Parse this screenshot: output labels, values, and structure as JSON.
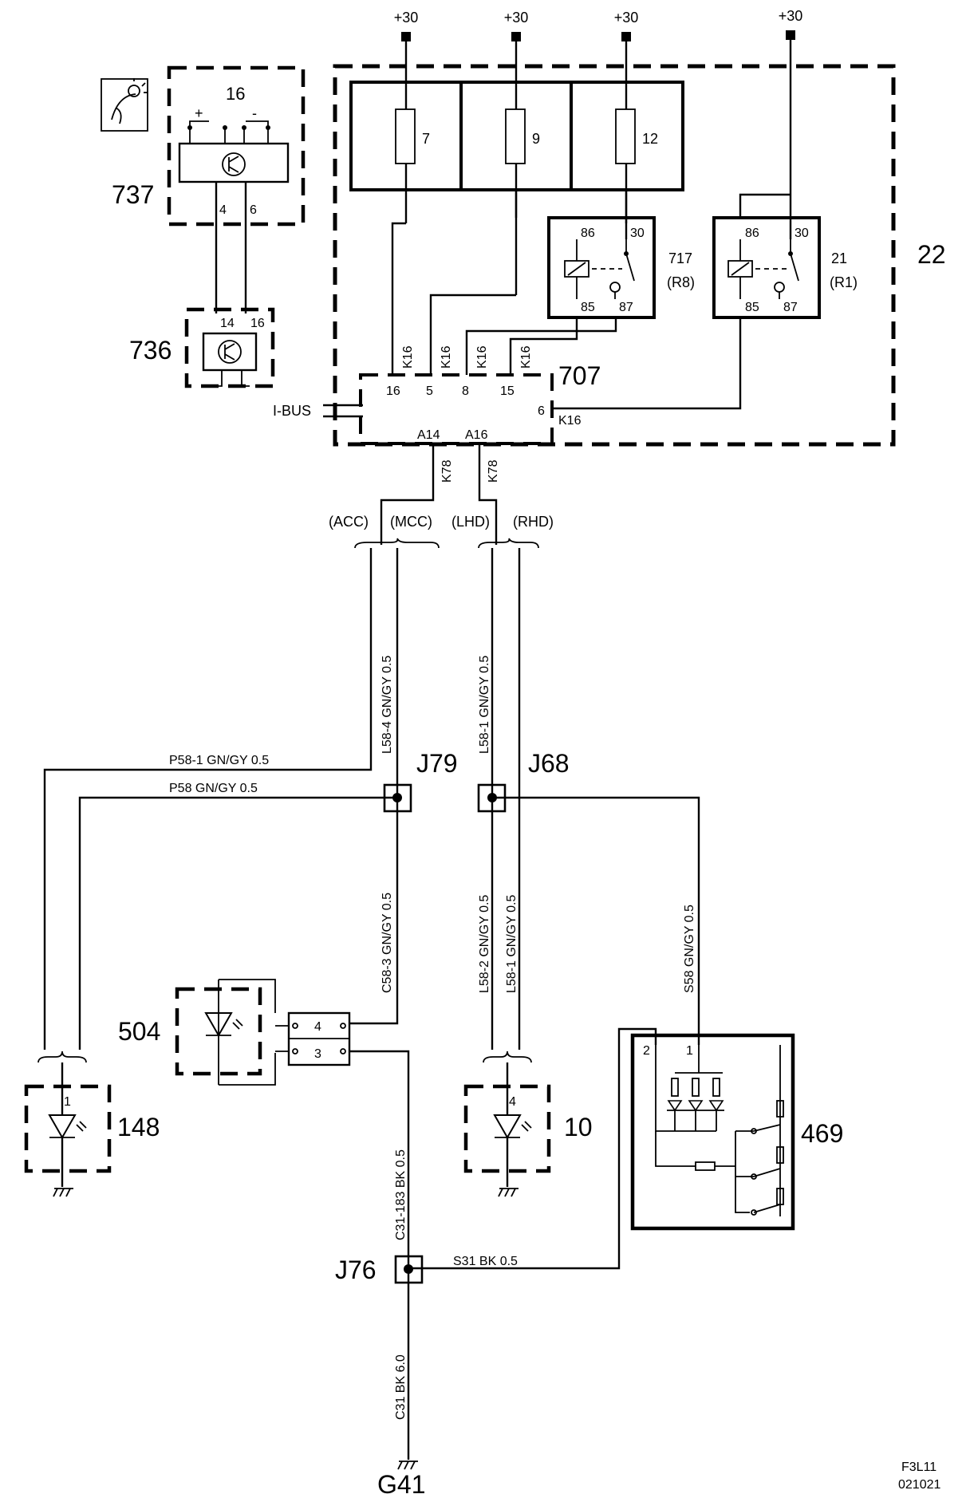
{
  "supply": {
    "p30": "+30"
  },
  "components": {
    "c22": "22",
    "c707": "707",
    "c737": "737",
    "c736": "736",
    "c16": "16",
    "c717": "717",
    "r8": "(R8)",
    "c21": "21",
    "r1": "(R1)",
    "c504": "504",
    "c148": "148",
    "c10": "10",
    "c469": "469",
    "j79": "J79",
    "j68": "J68",
    "j76": "J76",
    "g41": "G41"
  },
  "fuses": {
    "f7": "7",
    "f9": "9",
    "f12": "12"
  },
  "relay_pins": {
    "p86": "86",
    "p30": "30",
    "p85": "85",
    "p87": "87"
  },
  "ecu_pins": {
    "p16": "16",
    "p5": "5",
    "p8": "8",
    "p15": "15",
    "p6": "6",
    "a14": "A14",
    "a16": "A16"
  },
  "small_pins": {
    "p4": "4",
    "p6": "6",
    "p14": "14",
    "p16": "16",
    "p3": "3",
    "p1": "1",
    "p2": "2"
  },
  "cable": {
    "k16": "K16",
    "k78": "K78"
  },
  "ibus": "I-BUS",
  "variants": {
    "acc": "(ACC)",
    "mcc": "(MCC)",
    "lhd": "(LHD)",
    "rhd": "(RHD)"
  },
  "wires": {
    "l58_4": "L58-4  GN/GY  0.5",
    "l58_1_top": "L58-1  GN/GY  0.5",
    "p58_1": "P58-1  GN/GY  0.5",
    "p58": "P58   GN/GY  0.5",
    "c58_3": "C58-3  GN/GY  0.5",
    "l58_2": "L58-2  GN/GY  0.5",
    "l58_1_bot": "L58-1  GN/GY  0.5",
    "s58": "S58   GN/GY  0.5",
    "c31_183": "C31-183  BK  0.5",
    "s31": "S31   BK   0.5",
    "c31": "C31  BK  6.0"
  },
  "polarity": {
    "plus": "+",
    "minus": "-"
  },
  "code": {
    "line1": "F3L11",
    "line2": "021021"
  }
}
